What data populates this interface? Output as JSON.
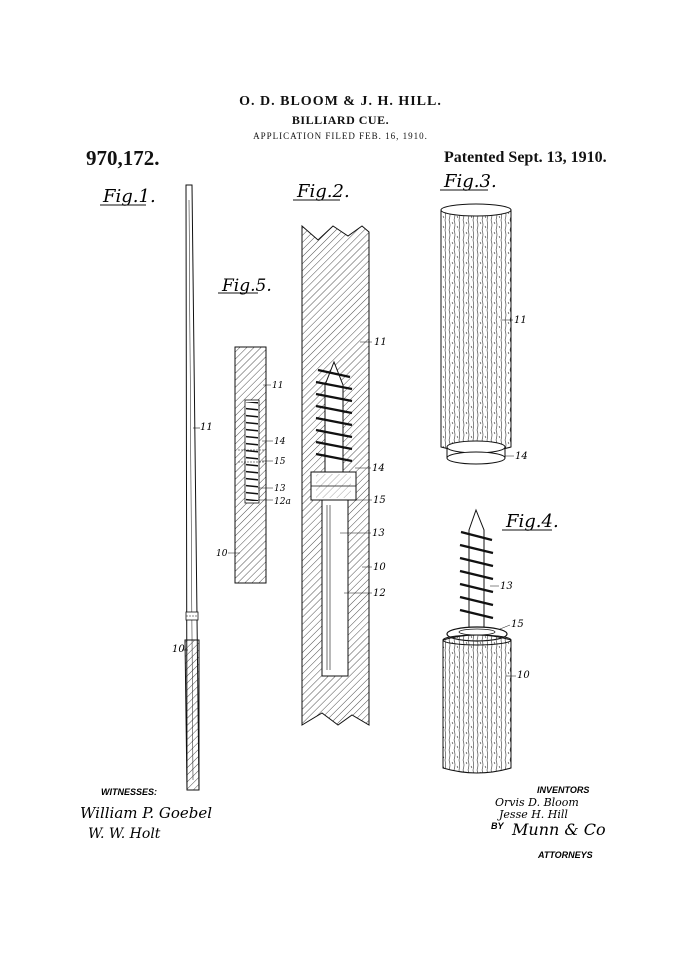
{
  "header": {
    "inventors_line": "O. D. BLOOM & J. H. HILL.",
    "title": "BILLIARD CUE.",
    "filed": "APPLICATION FILED FEB. 16, 1910.",
    "patent_number": "970,172.",
    "patented": "Patented Sept. 13, 1910."
  },
  "figures": {
    "fig1": {
      "label": "Fig.1.",
      "refs": [
        "11",
        "10"
      ]
    },
    "fig2": {
      "label": "Fig.2.",
      "refs": [
        "11",
        "14",
        "15",
        "13",
        "10",
        "12"
      ]
    },
    "fig3": {
      "label": "Fig.3.",
      "refs": [
        "11",
        "14"
      ]
    },
    "fig4": {
      "label": "Fig.4.",
      "refs": [
        "13",
        "15",
        "10"
      ]
    },
    "fig5": {
      "label": "Fig.5.",
      "refs": [
        "11",
        "14",
        "15",
        "13",
        "12a",
        "10"
      ]
    }
  },
  "footer": {
    "witnesses_label": "WITNESSES:",
    "witness_1": "William P. Goebel",
    "witness_2": "W. W. Holt",
    "inventors_label": "INVENTORS",
    "inventor_1": "Orvis D. Bloom",
    "inventor_2": "Jesse H. Hill",
    "by_label": "BY",
    "attorney_signature": "Munn & Co",
    "attorneys_label": "ATTORNEYS"
  },
  "colors": {
    "ink": "#111111",
    "paper": "#ffffff"
  }
}
